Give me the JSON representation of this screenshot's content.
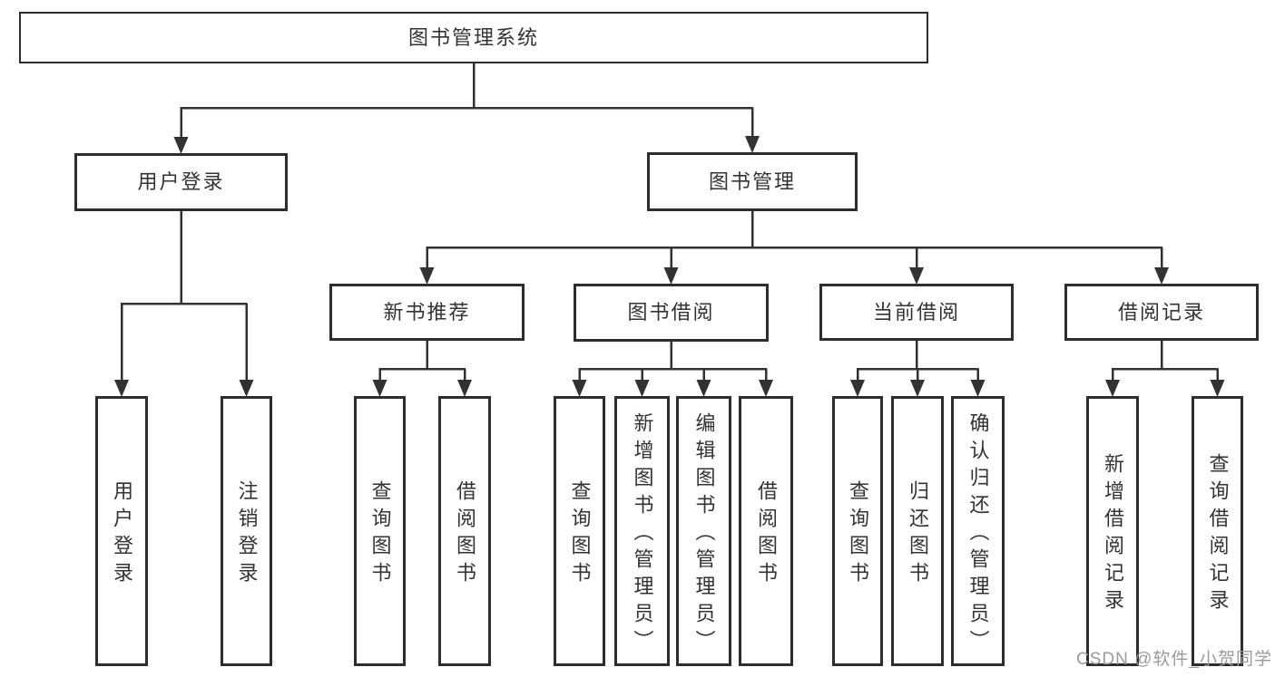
{
  "diagram": {
    "title": "图书管理系统",
    "colors": {
      "background": "#ffffff",
      "line": "#323232",
      "box_border": "#2d2d2d",
      "box_fill": "#ffffff",
      "text": "#333333",
      "watermark": "#9b9b9b"
    },
    "nodes": [
      {
        "id": "root",
        "label": "图书管理系统"
      },
      {
        "id": "login",
        "label": "用户登录"
      },
      {
        "id": "mgmt",
        "label": "图书管理"
      },
      {
        "id": "newbook",
        "label": "新书推荐"
      },
      {
        "id": "borrow",
        "label": "图书借阅"
      },
      {
        "id": "current",
        "label": "当前借阅"
      },
      {
        "id": "record",
        "label": "借阅记录"
      },
      {
        "id": "login-login",
        "label": "用户登录"
      },
      {
        "id": "login-logout",
        "label": "注销登录"
      },
      {
        "id": "nb-query",
        "label": "查询图书"
      },
      {
        "id": "nb-borrow",
        "label": "借阅图书"
      },
      {
        "id": "bw-query",
        "label": "查询图书"
      },
      {
        "id": "bw-add",
        "label": "新增图书（管理员）"
      },
      {
        "id": "bw-edit",
        "label": "编辑图书（管理员）"
      },
      {
        "id": "bw-borrow",
        "label": "借阅图书"
      },
      {
        "id": "cur-query",
        "label": "查询图书"
      },
      {
        "id": "cur-return",
        "label": "归还图书"
      },
      {
        "id": "cur-confirm",
        "label": "确认归还（管理员）"
      },
      {
        "id": "rec-add",
        "label": "新增借阅记录"
      },
      {
        "id": "rec-query",
        "label": "查询借阅记录"
      }
    ],
    "edges": [
      {
        "parent": "root",
        "children": [
          "login",
          "mgmt"
        ]
      },
      {
        "parent": "login",
        "children": [
          "login-login",
          "login-logout"
        ]
      },
      {
        "parent": "mgmt",
        "children": [
          "newbook",
          "borrow",
          "current",
          "record"
        ]
      },
      {
        "parent": "newbook",
        "children": [
          "nb-query",
          "nb-borrow"
        ]
      },
      {
        "parent": "borrow",
        "children": [
          "bw-query",
          "bw-add",
          "bw-edit",
          "bw-borrow"
        ]
      },
      {
        "parent": "current",
        "children": [
          "cur-query",
          "cur-return",
          "cur-confirm"
        ]
      },
      {
        "parent": "record",
        "children": [
          "rec-add",
          "rec-query"
        ]
      }
    ]
  },
  "watermark": {
    "text": "CSDN @软件_小贺同学"
  }
}
